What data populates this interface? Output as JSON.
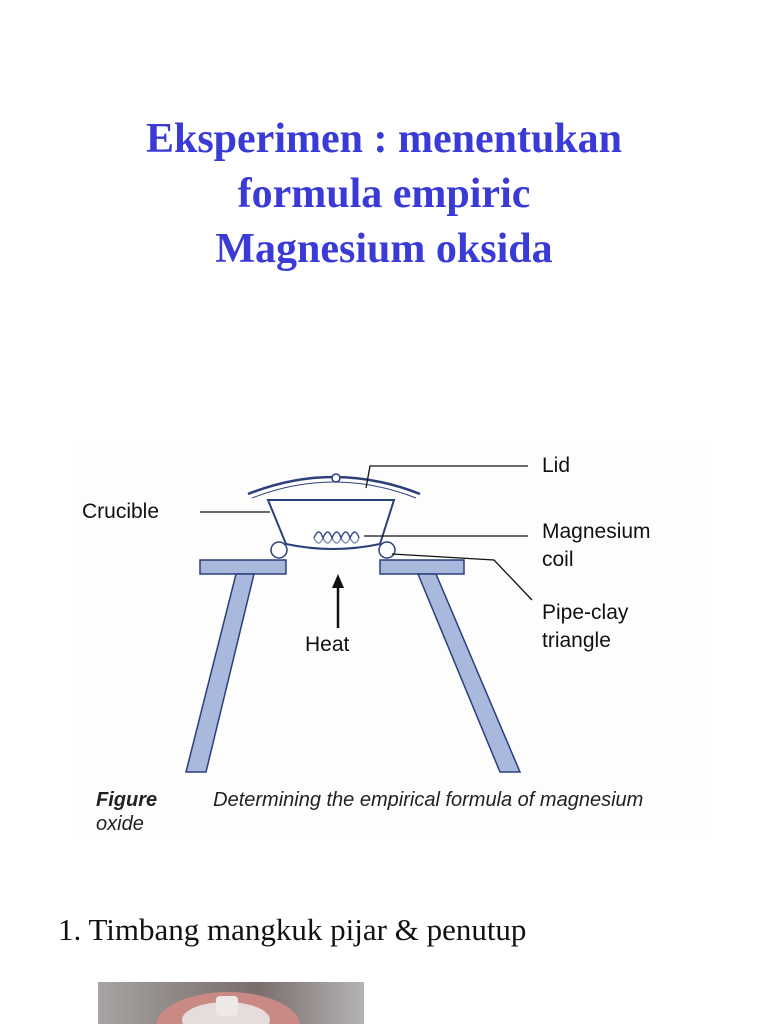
{
  "title": {
    "line1": "Eksperimen : menentukan",
    "line2": "formula empiric",
    "line3": "Magnesium oksida"
  },
  "figure": {
    "labels": {
      "lid": "Lid",
      "crucible": "Crucible",
      "magnesium_line1": "Magnesium",
      "magnesium_line2": "coil",
      "pipeclay_line1": "Pipe-clay",
      "pipeclay_line2": "triangle",
      "heat": "Heat"
    },
    "caption": {
      "figure_word": "Figure",
      "text": "Determining the empirical formula of magnesium oxide"
    },
    "colors": {
      "apparatus_fill": "#a9b8dd",
      "apparatus_stroke": "#2b3f7a",
      "line": "#111111"
    }
  },
  "steps": [
    {
      "text": "1. Timbang mangkuk pijar & penutup"
    }
  ],
  "photo": {
    "colors": [
      "#a8a4a4",
      "#7a6e6b",
      "#c98a86",
      "#efe8e8"
    ]
  }
}
